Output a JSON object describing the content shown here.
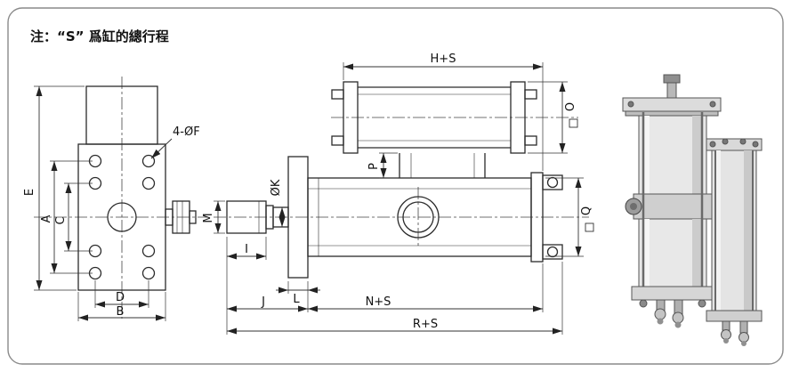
{
  "note": "注：“S” 爲缸的總行程",
  "labels": {
    "e": "E",
    "a": "A",
    "c": "C",
    "d": "D",
    "b": "B",
    "f": "4-ØF",
    "hs": "H+S",
    "o": "O",
    "p": "P",
    "k": "ØK",
    "m": "M",
    "i": "I",
    "l": "L",
    "j": "J",
    "ns": "N+S",
    "rs": "R+S",
    "q": "Q"
  },
  "colors": {
    "line": "#2b2b2b",
    "dim": "#333333",
    "border": "#8a8a8a",
    "metal_light": "#e8e8e8",
    "metal_mid": "#cfcfcf",
    "metal_dark": "#8f8f8f"
  }
}
